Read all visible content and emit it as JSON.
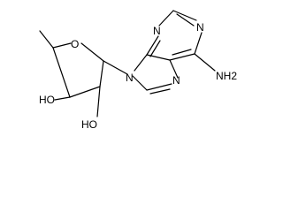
{
  "structure": {
    "atoms": {
      "ring_o": "O",
      "n9": "N",
      "n7": "N",
      "n3": "N",
      "n1": "N",
      "nh2": "NH2",
      "oh_3": "HO",
      "oh_2": "HO"
    }
  },
  "colors": {
    "bond": "#000000",
    "background": "#ffffff"
  }
}
